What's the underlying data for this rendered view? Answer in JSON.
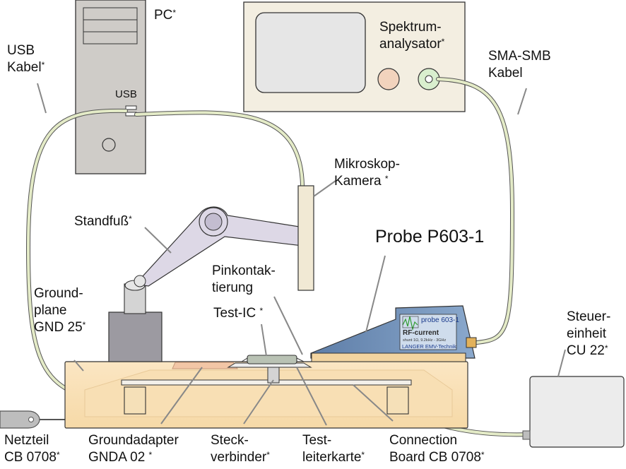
{
  "labels": {
    "pc": "PC",
    "usb_kabel_1": "USB",
    "usb_kabel_2": "Kabel",
    "usb_port": "USB",
    "spektrum_1": "Spektrum-",
    "spektrum_2": "analysator",
    "sma_1": "SMA-SMB",
    "sma_2": "Kabel",
    "kamera_1": "Mikroskop-",
    "kamera_2": "Kamera",
    "standfuss": "Standfuß",
    "probe_title": "Probe P603-1",
    "pinkontakt_1": "Pinkontak-",
    "pinkontakt_2": "tierung",
    "test_ic": "Test-IC",
    "groundplane_1": "Ground-",
    "groundplane_2": "plane",
    "groundplane_3": "GND 25",
    "steuer_1": "Steuer-",
    "steuer_2": "einheit",
    "steuer_3": "CU 22",
    "netzteil_1": "Netzteil",
    "netzteil_2": "CB 0708",
    "groundadapter_1": "Groundadapter",
    "groundadapter_2": "GNDA 02",
    "steck_1": "Steck-",
    "steck_2": "verbinder",
    "test_1": "Test-",
    "test_2": "leiterkarte",
    "connection_1": "Connection",
    "connection_2": "Board CB 0708",
    "asterisk": "*"
  },
  "probe_plate": {
    "title": "probe 603-1",
    "subtitle": "RF-current",
    "spec": "shunt 1Ω, 9.2kHz - 3GHz",
    "brand": "LANGER EMV-Technik"
  },
  "colors": {
    "pc_body": "#cfccc8",
    "analyzer_body": "#f3eee1",
    "cable": "#e4ebc7",
    "arm": "#ddd8e6",
    "base": "#9c9aa1",
    "groundplane": "#fce8c7",
    "probe": "#7f9fc2",
    "unit": "#ececec"
  }
}
